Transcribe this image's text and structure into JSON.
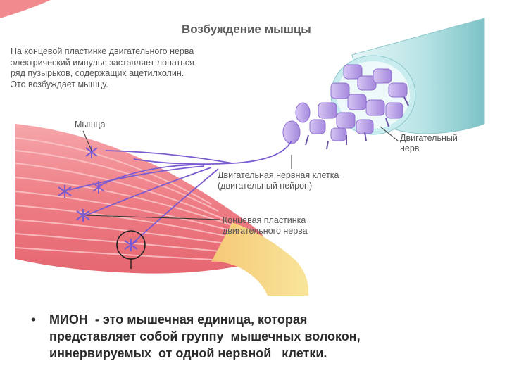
{
  "figure": {
    "title": "Возбуждение мышцы",
    "description_lines": [
      "На концевой пластинке двигательного нерва",
      "электрический импульс заставляет лопаться",
      "ряд пузырьков, содержащих ацетилхолин.",
      "Это возбуждает мышцу."
    ],
    "labels": {
      "muscle": "Мышца",
      "motor_nerve": [
        "Двигательный",
        "нерв"
      ],
      "motor_neuron": [
        "Двигательная нервная клетка",
        "(двигательный нейрон)"
      ],
      "end_plate": [
        "Концевая пластинка",
        "двигательного нерва"
      ]
    },
    "colors": {
      "muscle": "#f07b83",
      "tendon": "#f3d36a",
      "nerve_sheath": "#a9dde0",
      "nerve_fibers": "#b59ae0",
      "neuron_lines": "#7a5bd0"
    }
  },
  "bullet": {
    "marker": "•",
    "lines": [
      "МИОН  - это мышечная единица, которая",
      "представляет собой группу  мышечных волокон,",
      "иннервируемых  от одной нервной   клетки."
    ]
  }
}
